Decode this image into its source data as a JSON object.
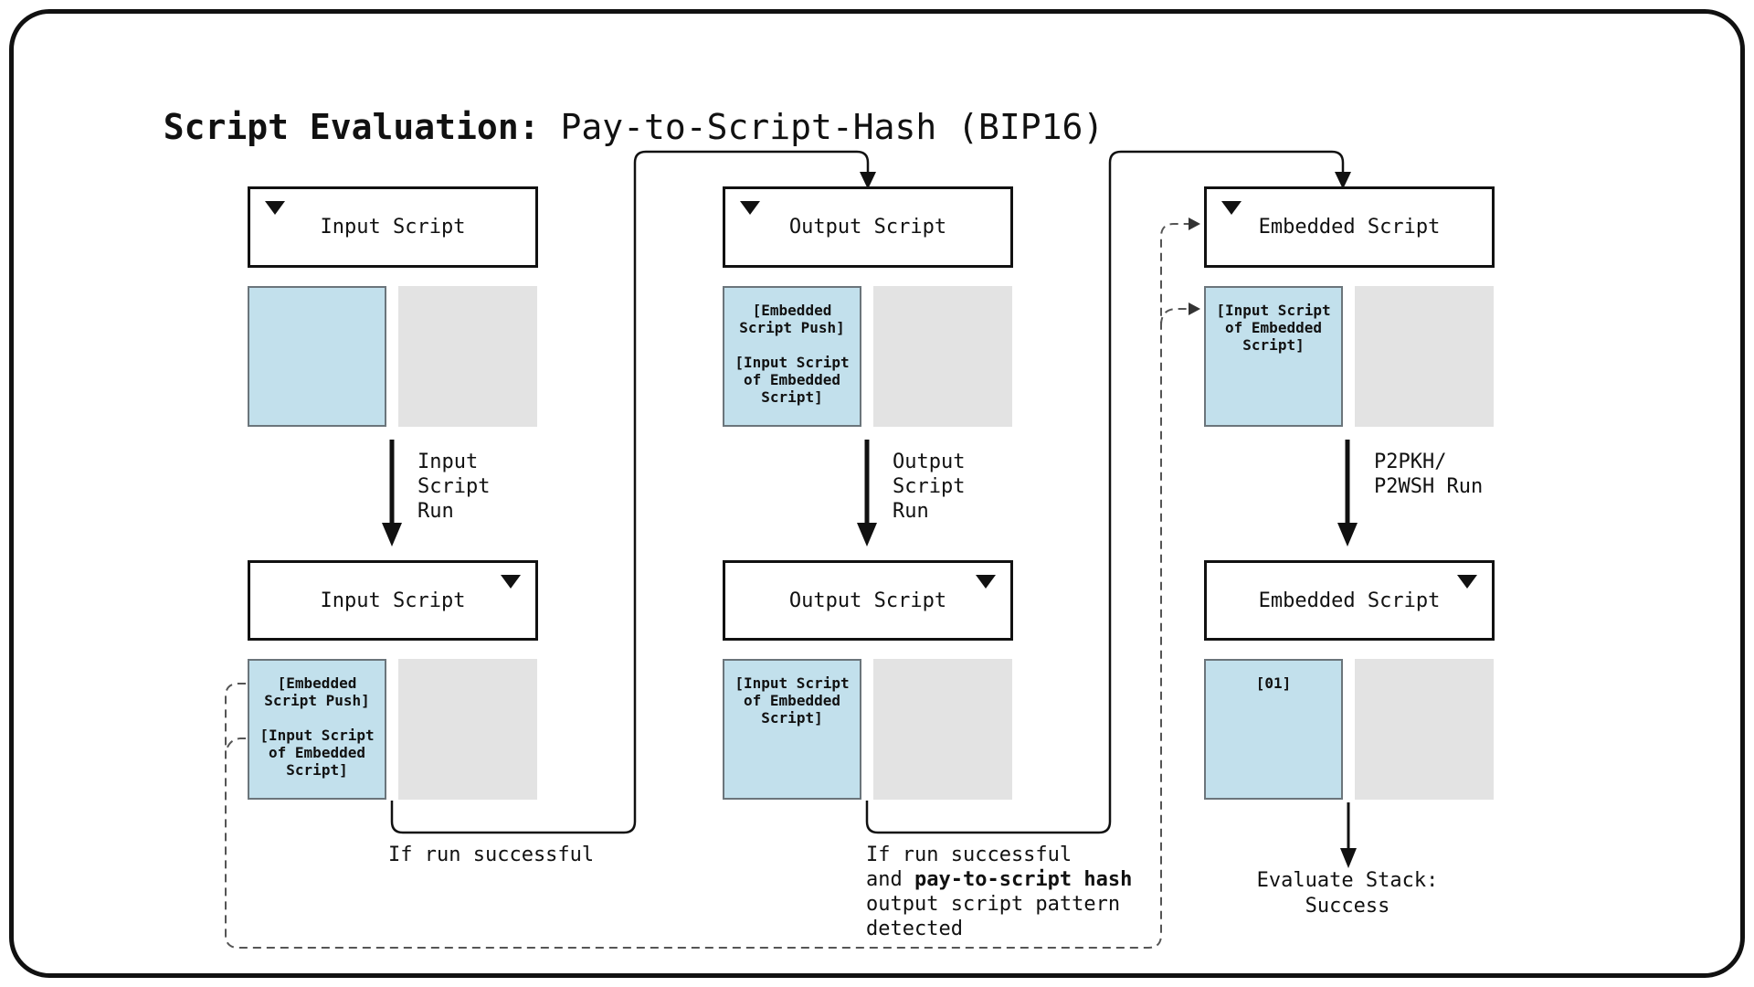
{
  "title": {
    "heading": "Script Evaluation:",
    "subtitle": "Pay-to-Script-Hash (BIP16)"
  },
  "colors": {
    "stack_blue": "#c2e0ec",
    "stack_gray": "#e3e3e3",
    "solid_line": "#111111",
    "dashed_line": "#555555"
  },
  "columns": [
    {
      "id": "input-script",
      "top_box": {
        "label": "Input Script",
        "marker": "top-left",
        "stack_blue_lines": []
      },
      "run_arrow_label_lines": [
        "Input",
        "Script",
        "Run"
      ],
      "bottom_box": {
        "label": "Input Script",
        "marker": "top-right",
        "stack_blue_lines": [
          "[Embedded",
          "Script Push]",
          "",
          "[Input Script",
          "of Embedded",
          "Script]"
        ]
      },
      "caption_segments": [
        [
          {
            "text": "If run successful",
            "bold": false
          }
        ]
      ]
    },
    {
      "id": "output-script",
      "top_box": {
        "label": "Output Script",
        "marker": "top-left",
        "stack_blue_lines": [
          "[Embedded",
          "Script Push]",
          "",
          "[Input Script",
          "of Embedded",
          "Script]"
        ]
      },
      "run_arrow_label_lines": [
        "Output",
        "Script",
        "Run"
      ],
      "bottom_box": {
        "label": "Output Script",
        "marker": "top-right",
        "stack_blue_lines": [
          "[Input Script",
          "of Embedded",
          "Script]"
        ]
      },
      "caption_segments": [
        [
          {
            "text": "If run successful",
            "bold": false
          }
        ],
        [
          {
            "text": "and ",
            "bold": false
          },
          {
            "text": "pay-to-script hash",
            "bold": true
          }
        ],
        [
          {
            "text": "output script pattern",
            "bold": false
          }
        ],
        [
          {
            "text": "detected",
            "bold": false
          }
        ]
      ]
    },
    {
      "id": "embedded-script",
      "top_box": {
        "label": "Embedded Script",
        "marker": "top-left",
        "stack_blue_lines": [
          "[Input Script",
          "of Embedded",
          "Script]"
        ]
      },
      "run_arrow_label_lines": [
        "P2PKH/",
        "P2WSH Run"
      ],
      "bottom_box": {
        "label": "Embedded Script",
        "marker": "top-right",
        "stack_blue_lines": [
          "[01]"
        ]
      },
      "result_lines": [
        "Evaluate Stack:",
        "Success"
      ]
    }
  ]
}
